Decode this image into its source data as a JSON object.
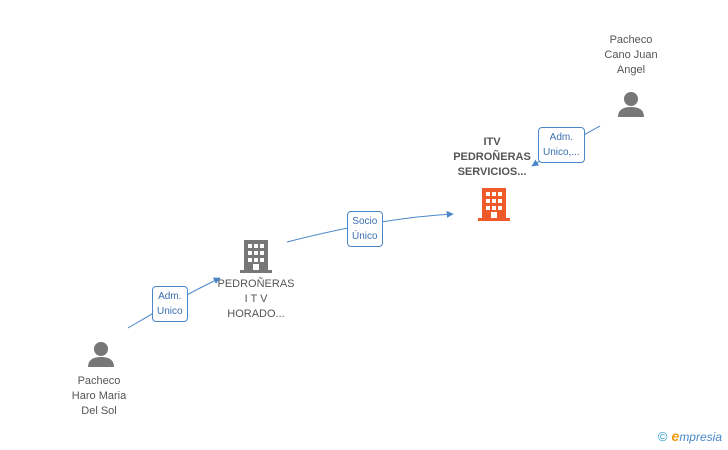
{
  "nodes": {
    "person_top": {
      "lines": [
        "Pacheco",
        "Cano Juan",
        "Angel"
      ],
      "type": "person"
    },
    "company_main": {
      "lines": [
        "ITV",
        "PEDROÑERAS",
        "SERVICIOS..."
      ],
      "type": "company",
      "highlighted": true
    },
    "company_mid": {
      "lines": [
        "PEDROÑERAS",
        "I T V",
        "HORADO..."
      ],
      "type": "company"
    },
    "person_bottom": {
      "lines": [
        "Pacheco",
        "Haro Maria",
        "Del Sol"
      ],
      "type": "person"
    }
  },
  "edges": {
    "top": {
      "lines": [
        "Adm.",
        "Unico,..."
      ]
    },
    "middle": {
      "lines": [
        "Socio",
        "Único"
      ]
    },
    "bottom": {
      "lines": [
        "Adm.",
        "Unico"
      ]
    }
  },
  "colors": {
    "edge": "#4a87c9",
    "person_icon": "#777777",
    "company_icon": "#777777",
    "company_icon_highlight": "#f05a2a"
  },
  "watermark": {
    "symbol": "©",
    "brand_initial": "e",
    "brand_rest": "mpresia"
  }
}
